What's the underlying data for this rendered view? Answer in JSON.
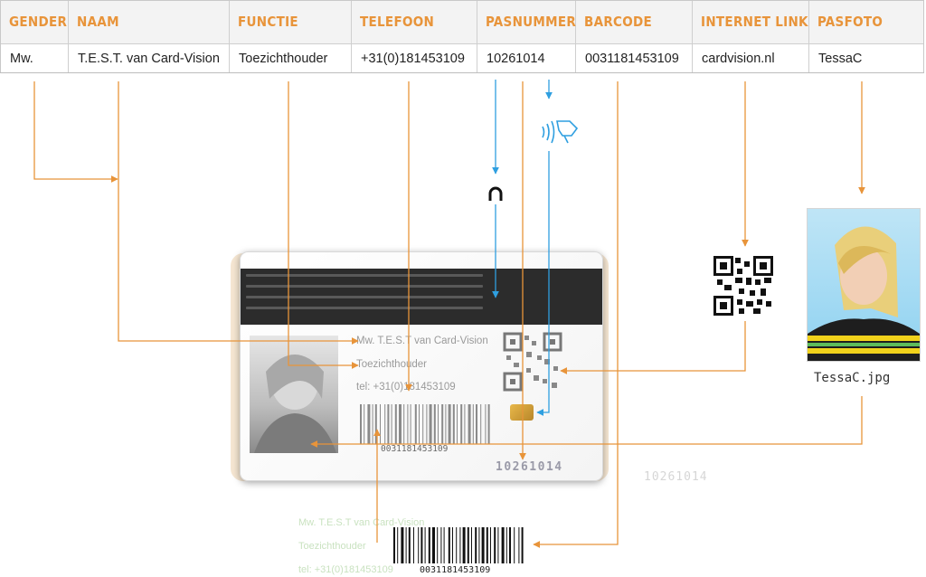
{
  "table": {
    "headers": [
      "GENDER",
      "NAAM",
      "FUNCTIE",
      "TELEFOON",
      "PASNUMMER",
      "BARCODE",
      "INTERNET LINK",
      "PASFOTO"
    ],
    "values": [
      "Mw.",
      "T.E.S.T. van Card-Vision",
      "Toezichthouder",
      "+31(0)181453109",
      "10261014",
      "0031181453109",
      "cardvision.nl",
      "TessaC"
    ]
  },
  "card": {
    "name": "Mw. T.E.S.T van Card-Vision",
    "function": "Toezichthouder",
    "phone": "tel: +31(0)181453109",
    "barcode_number": "0031181453109",
    "pasnummer": "10261014"
  },
  "ghost": {
    "pasnummer": "10261014",
    "name": "Mw. T.E.S.T van Card-Vision",
    "function": "Toezichthouder",
    "phone": "tel: +31(0)181453109"
  },
  "barcode_label": "0031181453109",
  "photo_caption": "TessaC.jpg",
  "icons": [
    "magnetic-stripe-icon",
    "contactless-icon",
    "qr-code-icon",
    "smart-chip-icon"
  ],
  "colors": {
    "orange": "#e8943a",
    "blue": "#2f9fe0",
    "header_bg": "#f3f3f3"
  }
}
